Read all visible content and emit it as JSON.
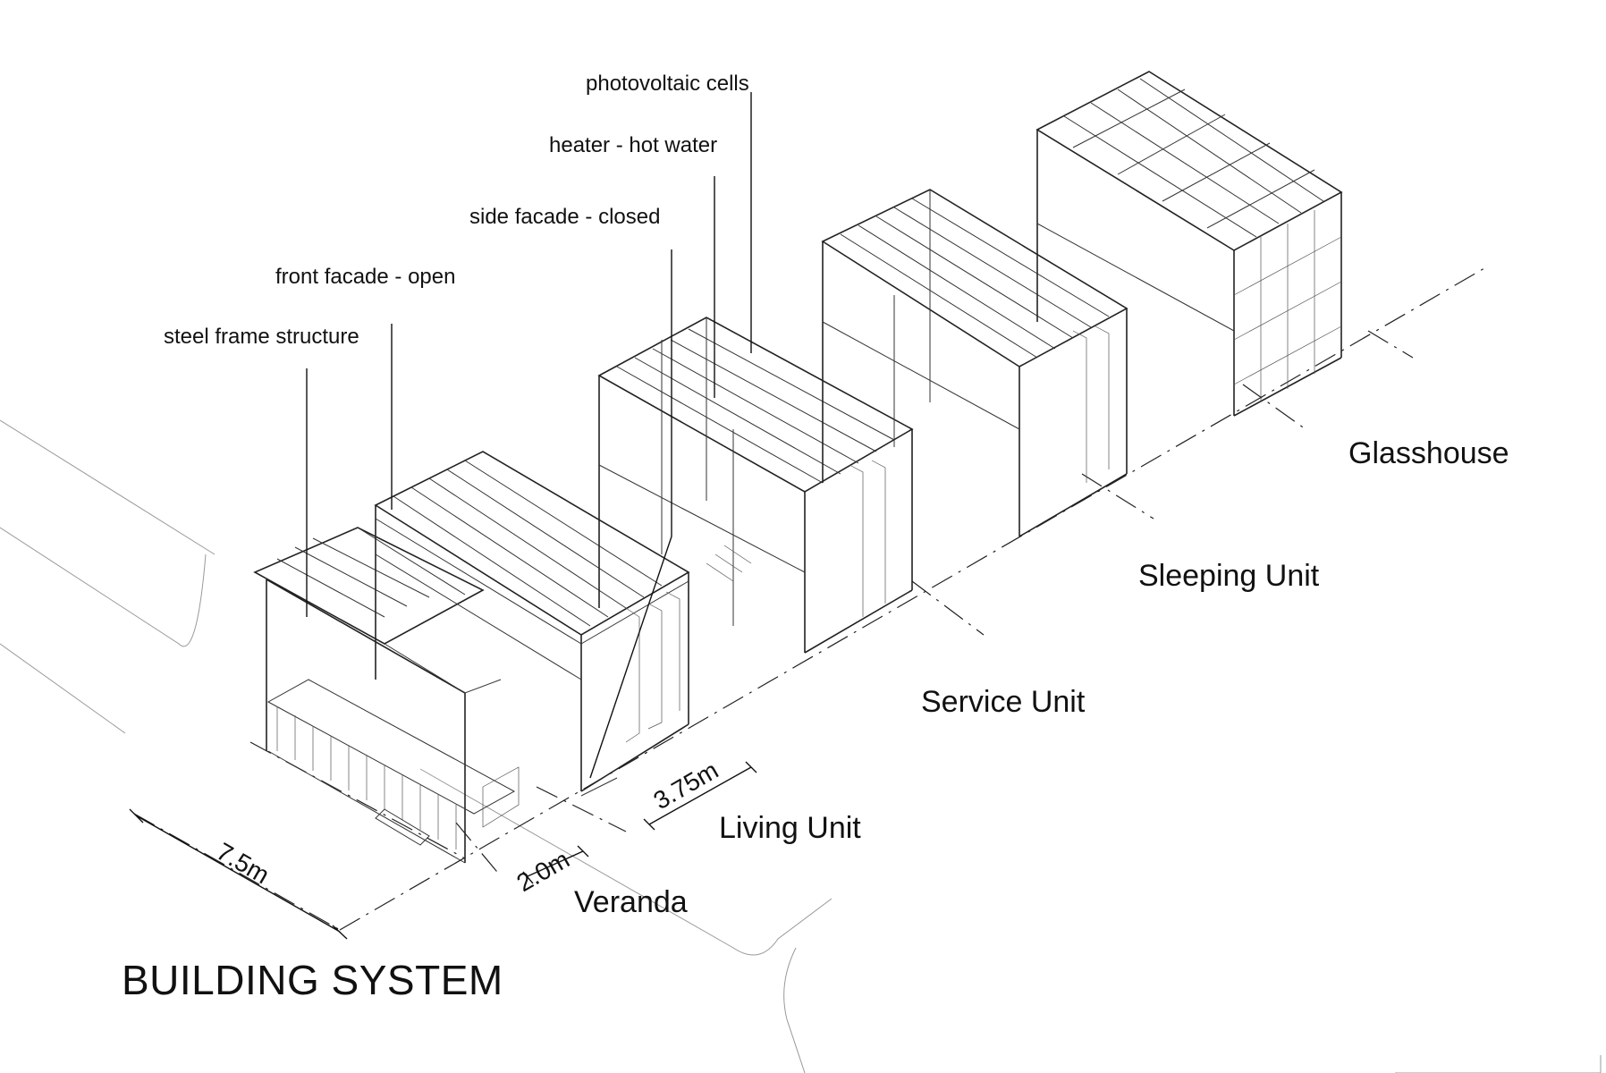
{
  "title": "BUILDING SYSTEM",
  "callouts": {
    "photovoltaic": "photovoltaic cells",
    "heater": "heater - hot water",
    "side_facade": "side facade - closed",
    "front_facade": "front facade - open",
    "steel_frame": "steel frame structure"
  },
  "units": {
    "glasshouse": "Glasshouse",
    "sleeping": "Sleeping Unit",
    "service": "Service Unit",
    "living": "Living Unit",
    "veranda": "Veranda"
  },
  "dimensions": {
    "depth": "7.5m",
    "veranda_width": "2.0m",
    "living_width": "3.75m"
  }
}
